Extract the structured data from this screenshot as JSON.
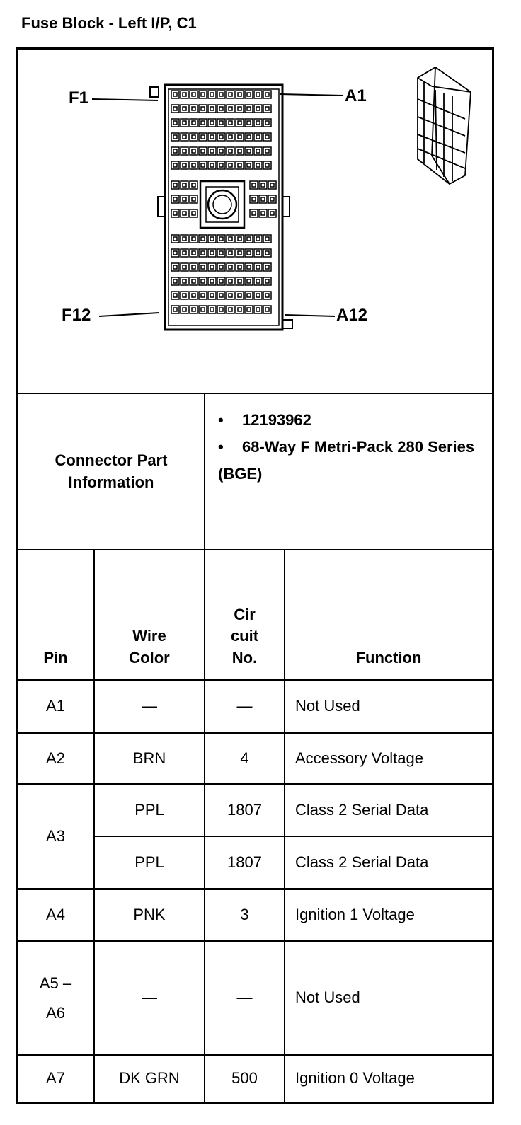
{
  "title": "Fuse Block - Left I/P, C1",
  "diagram": {
    "label_f1": "F1",
    "label_a1": "A1",
    "label_f12": "F12",
    "label_a12": "A12"
  },
  "connector_part": {
    "label": "Connector Part Information",
    "items": [
      "12193962",
      "68-Way F Metri-Pack 280 Series (BGE)"
    ]
  },
  "table": {
    "headers": {
      "pin": "Pin",
      "wire_color": "Wire Color",
      "circuit_no": "Cir cuit No.",
      "function": "Function"
    },
    "rows": [
      {
        "pin": "A1",
        "wire": "—",
        "circuit": "—",
        "function": "Not Used"
      },
      {
        "pin": "A2",
        "wire": "BRN",
        "circuit": "4",
        "function": "Accessory Voltage"
      },
      {
        "pin": "A3",
        "wire": "PPL",
        "circuit": "1807",
        "function": "Class 2 Serial Data"
      },
      {
        "pin": "",
        "wire": "PPL",
        "circuit": "1807",
        "function": "Class 2 Serial Data"
      },
      {
        "pin": "A4",
        "wire": "PNK",
        "circuit": "3",
        "function": "Ignition 1 Voltage"
      },
      {
        "pin": "A5 –A6",
        "wire": "—",
        "circuit": "—",
        "function": "Not Used"
      },
      {
        "pin": "A7",
        "wire": "DK GRN",
        "circuit": "500",
        "function": "Ignition 0 Voltage"
      }
    ]
  }
}
